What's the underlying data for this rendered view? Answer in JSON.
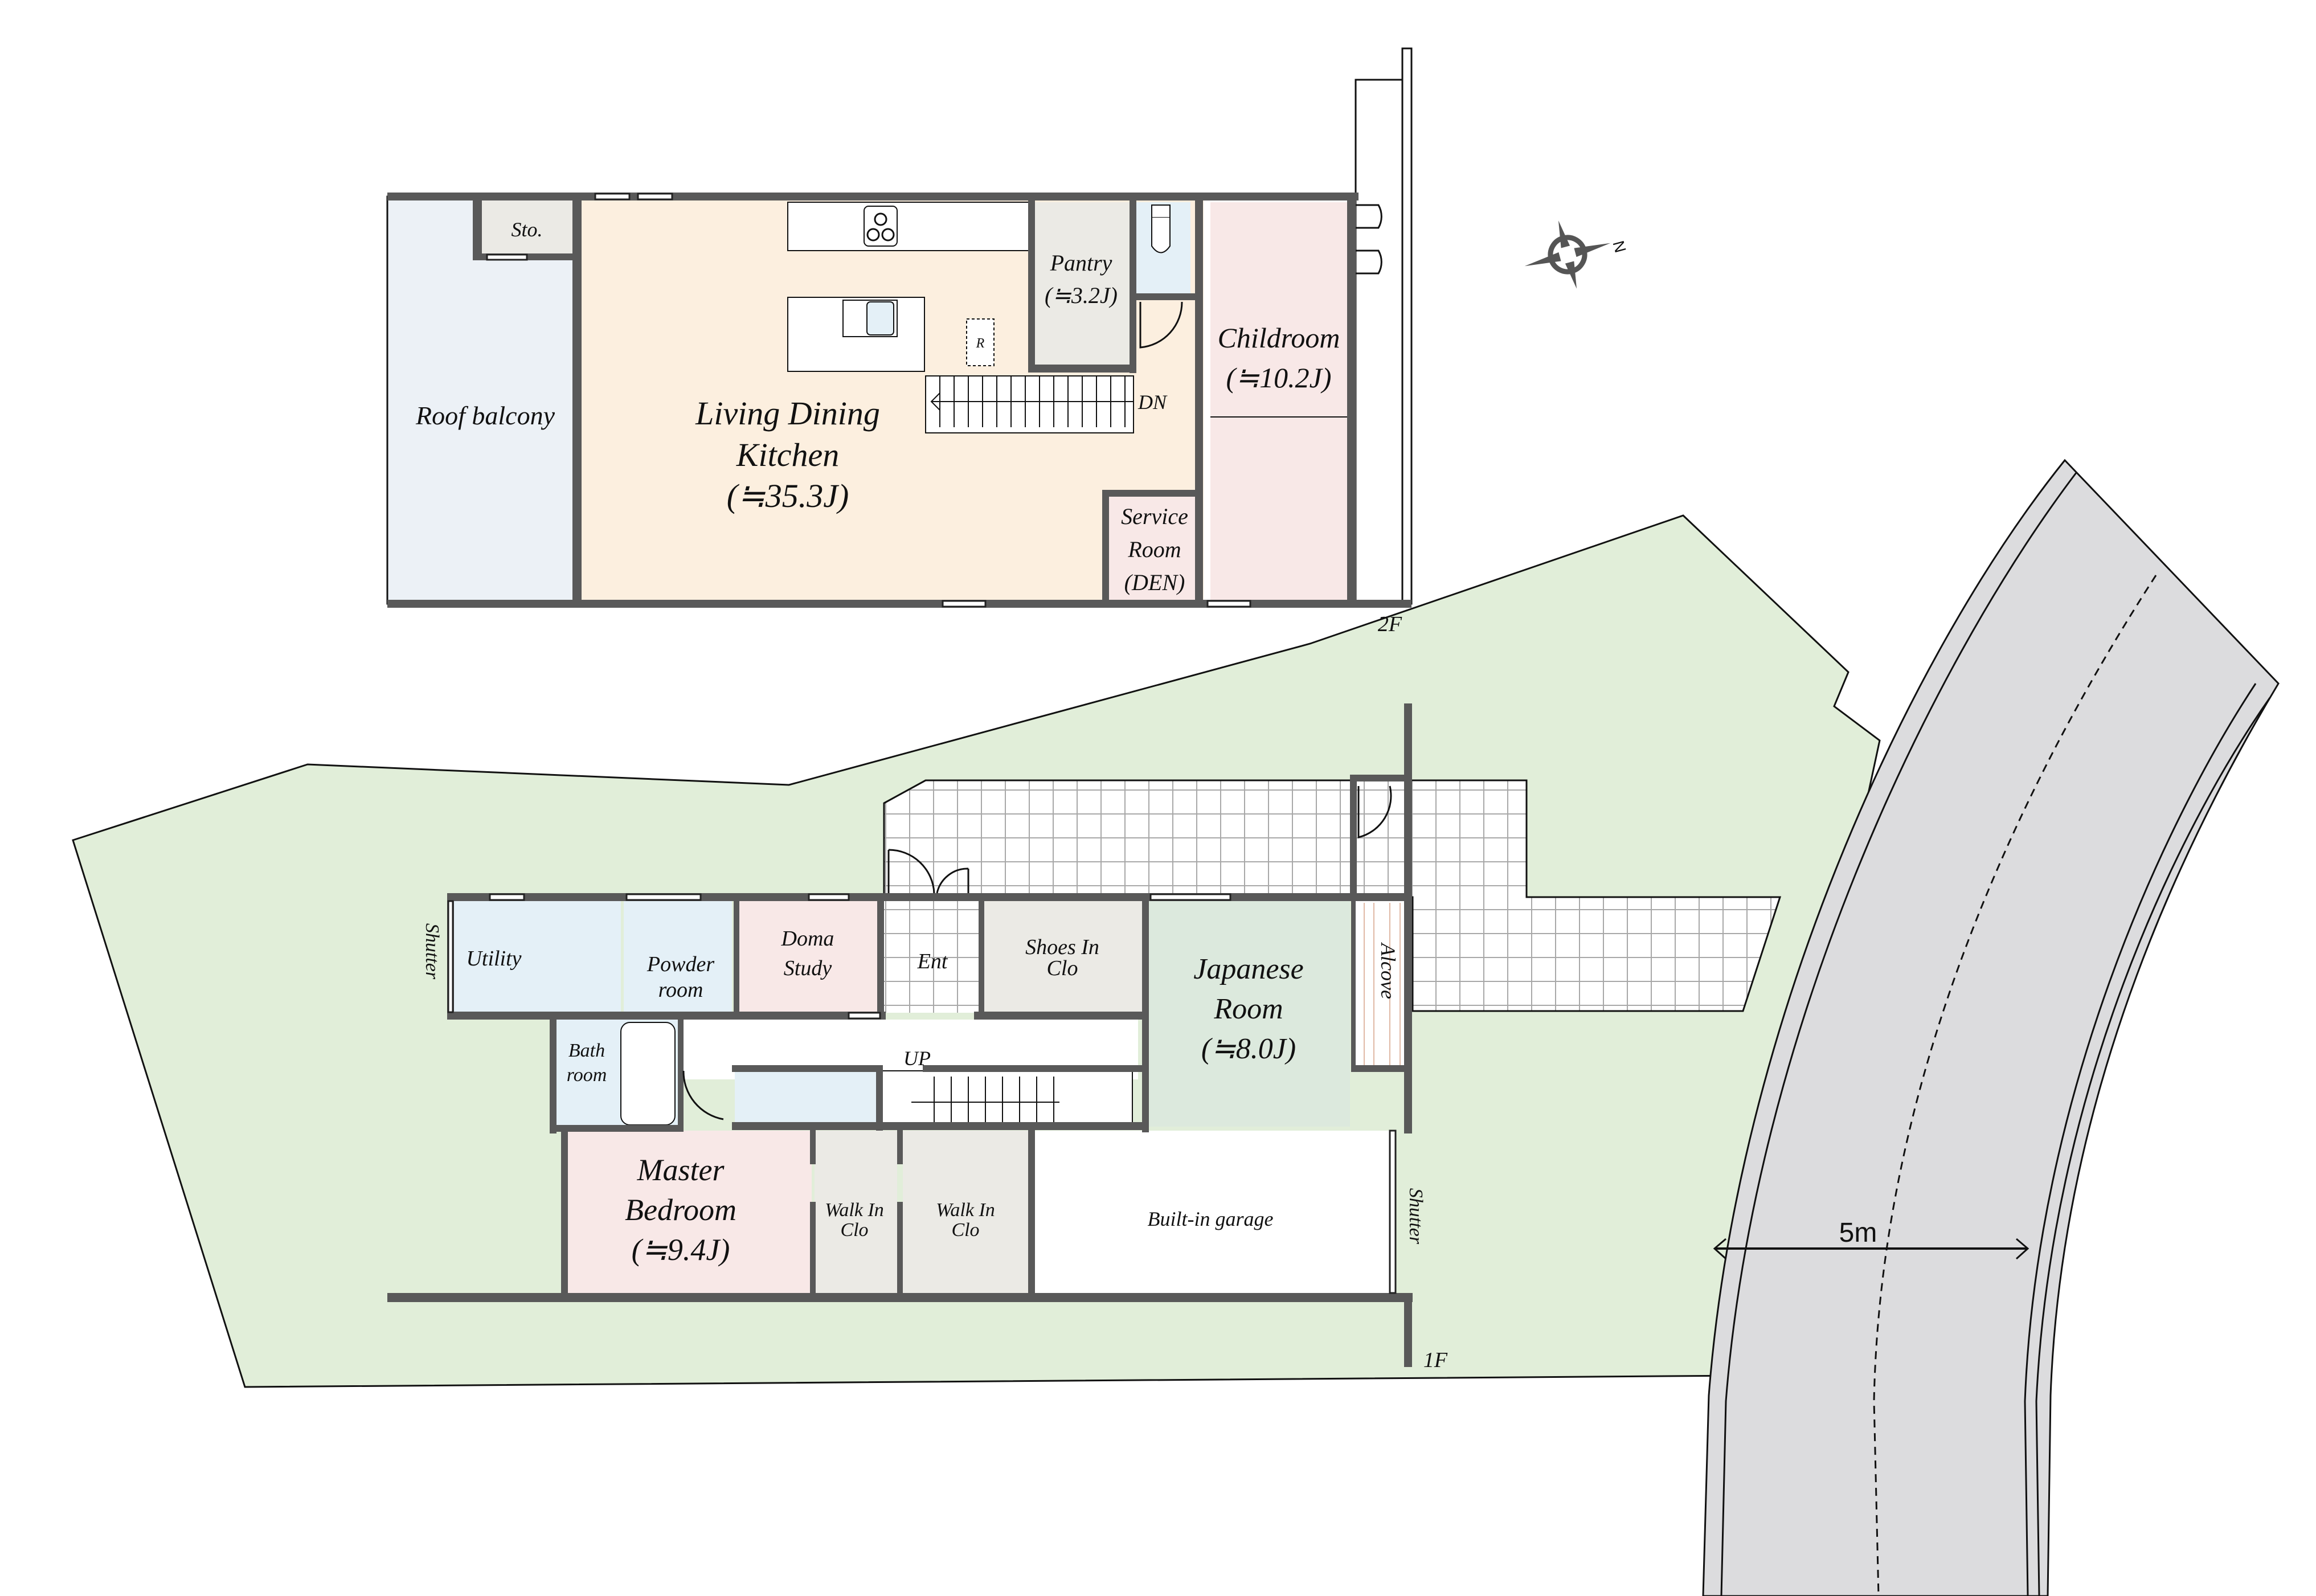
{
  "colors": {
    "wall": "#595959",
    "ldk": "#fcefdf",
    "wet": "#e4f0f7",
    "pink": "#f8e8e7",
    "storage": "#ebeae5",
    "japanese": "#dce9dd",
    "balcony": "#ecf1f6",
    "site": "#e1eed9",
    "road": "#dcdcde",
    "tile_line": "#a8a8a8"
  },
  "floor2": {
    "level_label": "2F",
    "rooms": {
      "roof_balcony": "Roof balcony",
      "storage": "Sto.",
      "ldk_line1": "Living Dining",
      "ldk_line2": "Kitchen",
      "ldk_size": "(≒35.3J)",
      "pantry": "Pantry",
      "pantry_size": "(≒3.2J)",
      "refrigerator": "R",
      "stairs": "DN",
      "childroom": "Childroom",
      "childroom_size": "(≒10.2J)",
      "service_line1": "Service",
      "service_line2": "Room",
      "service_line3": "(DEN)"
    }
  },
  "floor1": {
    "level_label": "1F",
    "rooms": {
      "utility": "Utility",
      "powder_line1": "Powder",
      "powder_line2": "room",
      "doma_line1": "Doma",
      "doma_line2": "Study",
      "entrance": "Ent",
      "shoes_line1": "Shoes In",
      "shoes_line2": "Clo",
      "japanese_line1": "Japanese",
      "japanese_line2": "Room",
      "japanese_size": "(≒8.0J)",
      "alcove": "Alcove",
      "bath_line1": "Bath",
      "bath_line2": "room",
      "stairs": "UP",
      "master_line1": "Master",
      "master_line2": "Bedroom",
      "master_size": "(≒9.4J)",
      "wic1_line1": "Walk In",
      "wic1_line2": "Clo",
      "wic2_line1": "Walk In",
      "wic2_line2": "Clo",
      "garage": "Built-in garage",
      "shutter_left": "Shutter",
      "shutter_right": "Shutter"
    }
  },
  "compass": {
    "label": "N",
    "icon": "compass-rose-icon"
  },
  "road": {
    "width_label": "5m"
  }
}
